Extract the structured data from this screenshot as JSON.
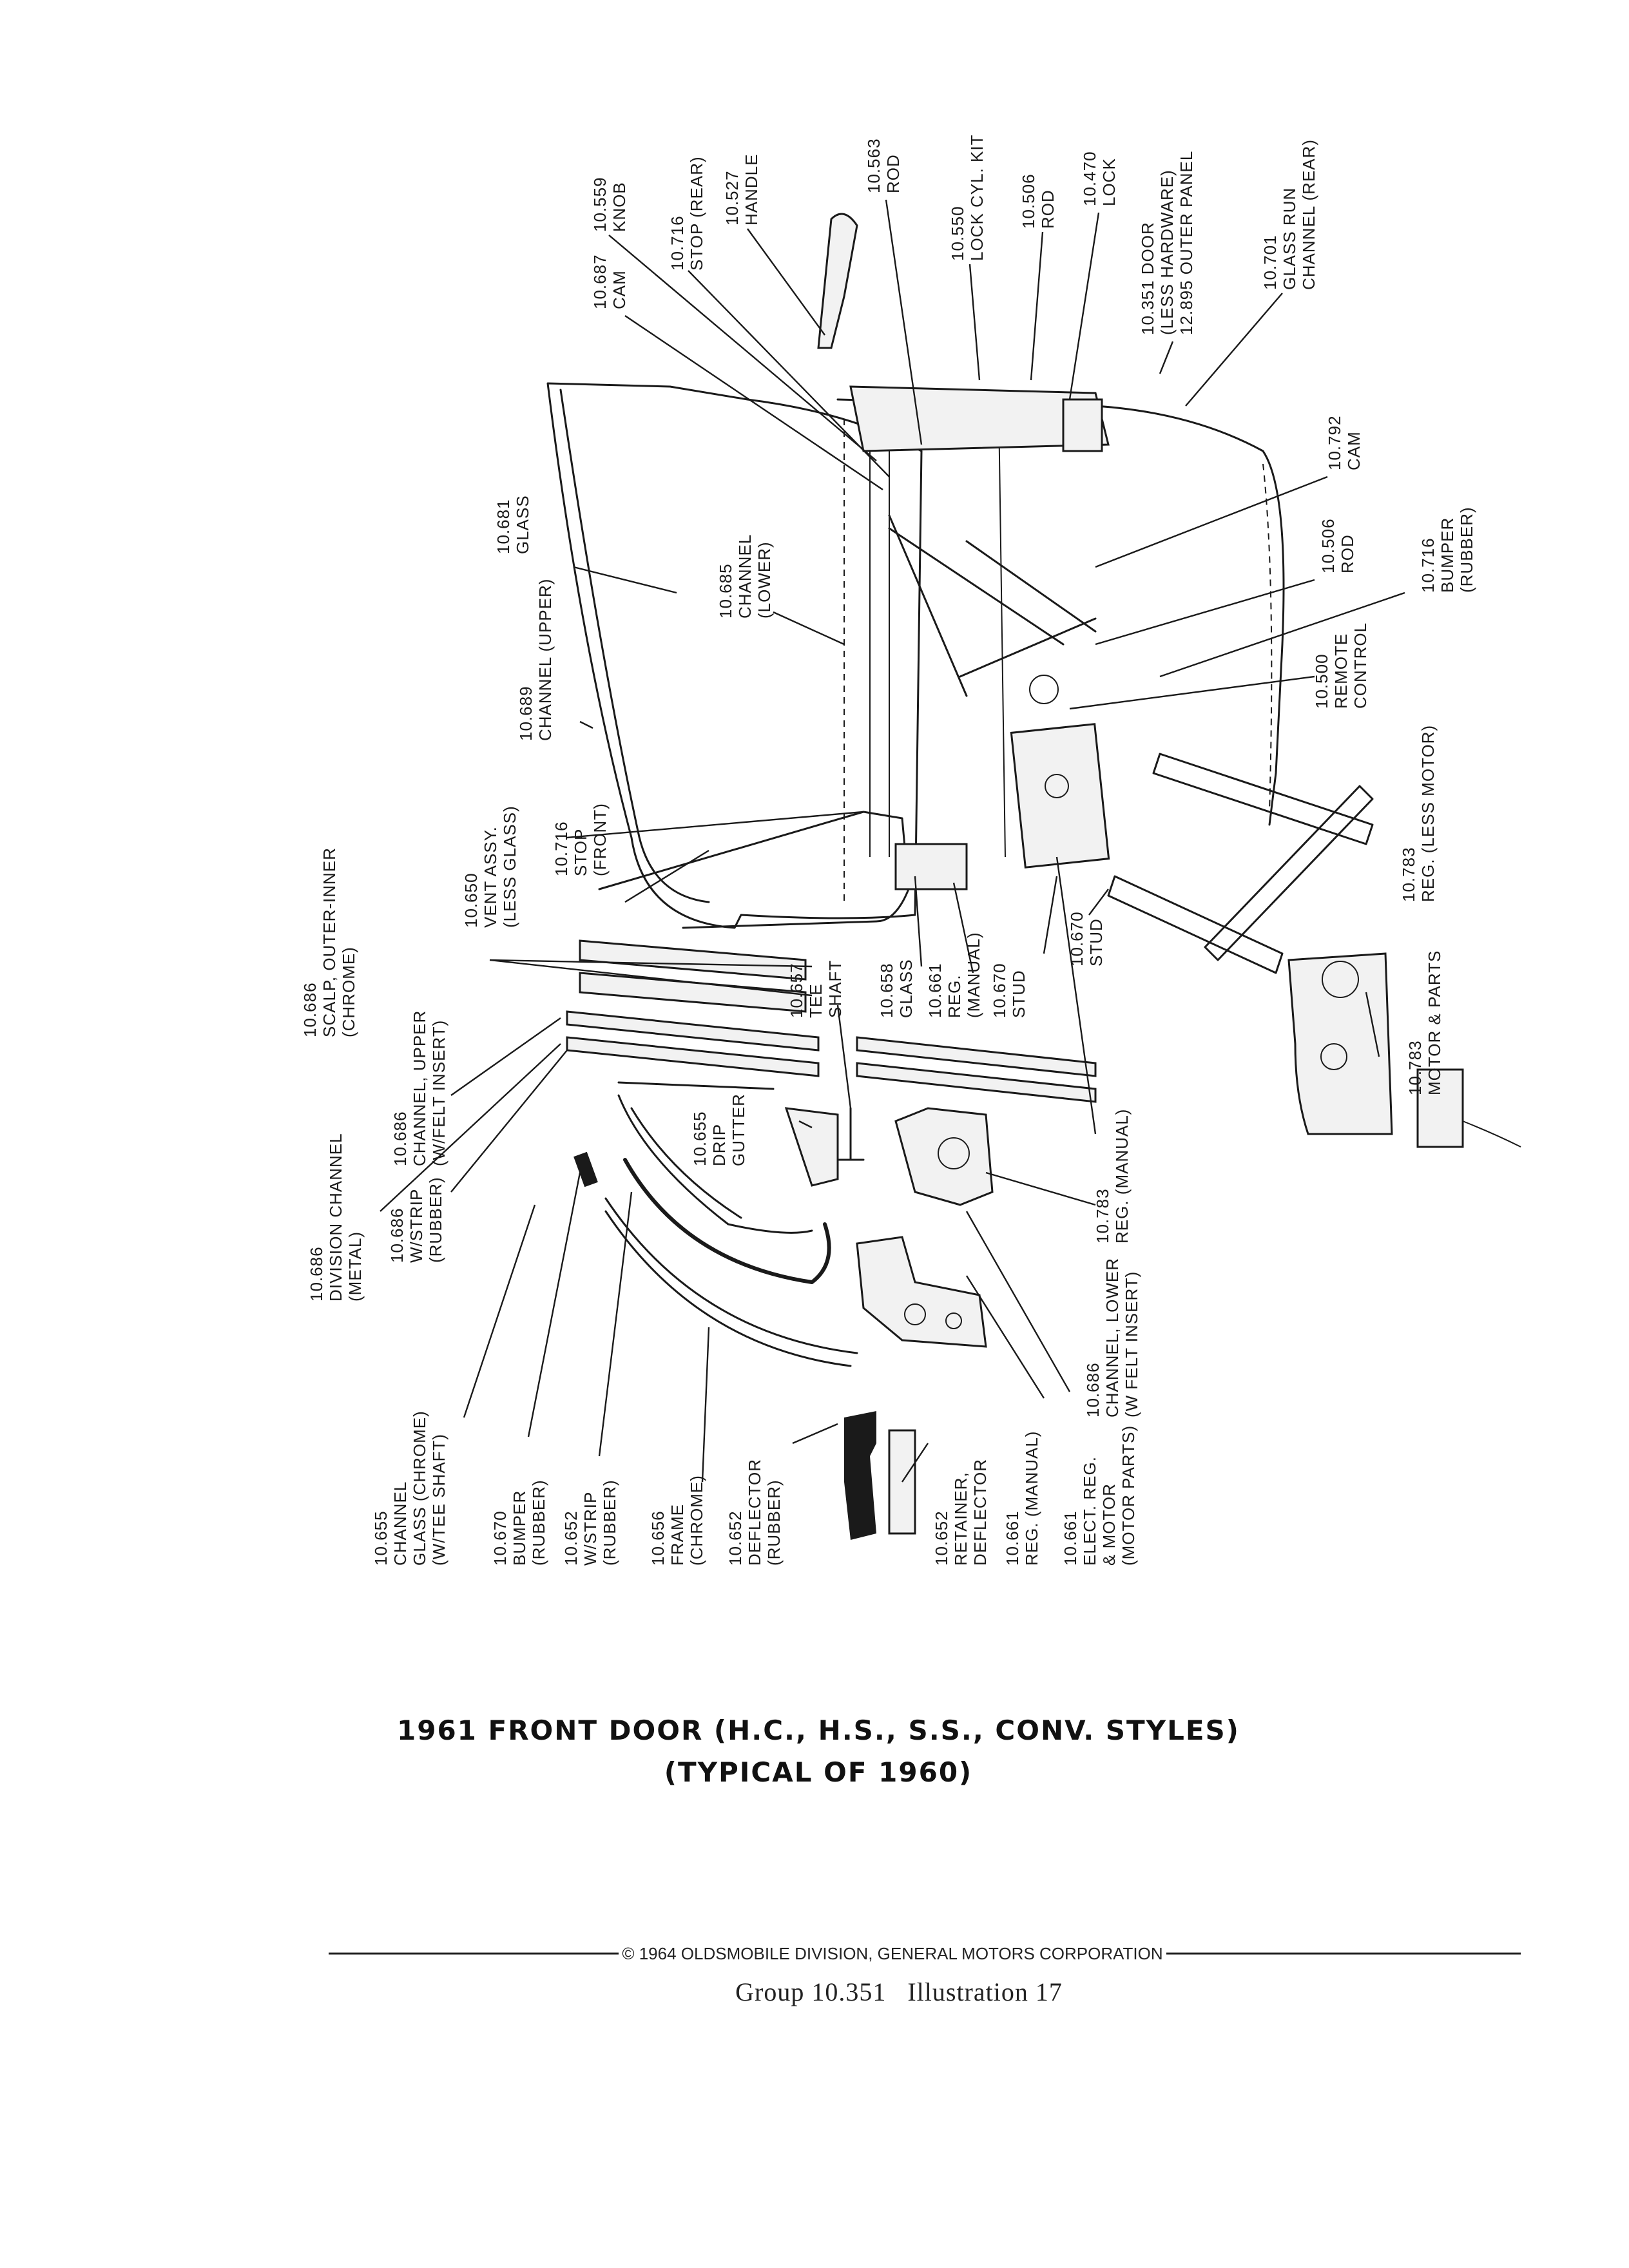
{
  "labels": {
    "l10559": [
      "10.559",
      "KNOB"
    ],
    "l10716r": [
      "10.716",
      "STOP (REAR)"
    ],
    "l10527": [
      "10.527",
      "HANDLE"
    ],
    "l10563": [
      "10.563",
      "ROD"
    ],
    "l10550": [
      "10.550",
      "LOCK CYL. KIT"
    ],
    "l10506a": [
      "10.506",
      "ROD"
    ],
    "l10470": [
      "10.470",
      "LOCK"
    ],
    "l10351": [
      "10.351 DOOR",
      "(LESS HARDWARE)",
      "12.895 OUTER PANEL"
    ],
    "l10701": [
      "10.701",
      "GLASS RUN",
      "CHANNEL (REAR)"
    ],
    "l10687": [
      "10.687",
      "CAM"
    ],
    "l10681": [
      "10.681",
      "GLASS"
    ],
    "l10685": [
      "10.685",
      "CHANNEL",
      "(LOWER)"
    ],
    "l10792": [
      "10.792",
      "CAM"
    ],
    "l10506b": [
      "10.506",
      "ROD"
    ],
    "l10716b": [
      "10.716",
      "BUMPER",
      "(RUBBER)"
    ],
    "l10689": [
      "10.689",
      "CHANNEL (UPPER)"
    ],
    "l10500": [
      "10.500",
      "REMOTE",
      "CONTROL"
    ],
    "l10650": [
      "10.650",
      "VENT ASSY.",
      "(LESS GLASS)"
    ],
    "l10716f": [
      "10.716",
      "STOP",
      "(FRONT)"
    ],
    "l10783reg": [
      "10.783",
      "REG. (LESS MOTOR)"
    ],
    "l10686scalp": [
      "10.686",
      "SCALP, OUTER-INNER",
      "(CHROME)"
    ],
    "l10686upper": [
      "10.686",
      "CHANNEL, UPPER",
      "(W/FELT INSERT)"
    ],
    "l10686div": [
      "10.686",
      "DIVISION CHANNEL",
      "(METAL)"
    ],
    "l10686ws": [
      "10.686",
      "W/STRIP",
      "(RUBBER)"
    ],
    "l10657": [
      "10.657",
      "TEE",
      "SHAFT"
    ],
    "l10658": [
      "10.658",
      "GLASS"
    ],
    "l10661m": [
      "10.661",
      "REG.",
      "(MANUAL)"
    ],
    "l10670s": [
      "10.670",
      "STUD"
    ],
    "l10670b": [
      "10.670",
      "STUD"
    ],
    "l10783m": [
      "10.783",
      "MOTOR & PARTS"
    ],
    "l10783man": [
      "10.783",
      "REG. (MANUAL)"
    ],
    "l10655d": [
      "10.655",
      "DRIP",
      "GUTTER"
    ],
    "l10686lower": [
      "10.686",
      "CHANNEL, LOWER",
      "(W FELT INSERT)"
    ],
    "l10655c": [
      "10.655",
      "CHANNEL",
      "GLASS (CHROME)",
      "(W/TEE SHAFT)"
    ],
    "l10670bump": [
      "10.670",
      "BUMPER",
      "(RUBBER)"
    ],
    "l10652w": [
      "10.652",
      "W/STRIP",
      "(RUBBER)"
    ],
    "l10656": [
      "10.656",
      "FRAME",
      "(CHROME)"
    ],
    "l10652d": [
      "10.652",
      "DEFLECTOR",
      "(RUBBER)"
    ],
    "l10652r": [
      "10.652",
      "RETAINER,",
      "DEFLECTOR"
    ],
    "l10661man2": [
      "10.661",
      "REG. (MANUAL)"
    ],
    "l10661e": [
      "10.661",
      "ELECT. REG.",
      "& MOTOR",
      "(MOTOR PARTS)"
    ]
  },
  "caption": {
    "line1": "1961 FRONT DOOR (H.C., H.S., S.S., CONV. STYLES)",
    "line2": "(TYPICAL OF 1960)"
  },
  "footer": {
    "copyright": "© 1964 OLDSMOBILE DIVISION, GENERAL MOTORS CORPORATION",
    "group": "Group 10.351   Illustration 17"
  }
}
